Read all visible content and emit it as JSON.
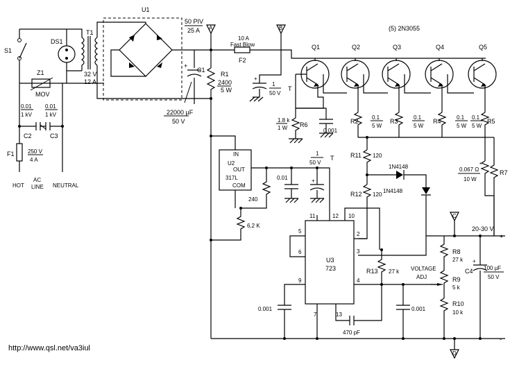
{
  "source_url": "http://www.qsl.net/va3iul",
  "switch": {
    "ref": "S1"
  },
  "lamp": {
    "ref": "DS1"
  },
  "transformer": {
    "ref": "T1",
    "voltage": "32 V",
    "current": "12 A"
  },
  "bridge": {
    "ref": "U1",
    "piv": "50 PIV",
    "current": "25 A"
  },
  "mov": {
    "ref": "Z1",
    "type": "MOV"
  },
  "fuse_main": {
    "ref": "F1",
    "voltage": "250 V",
    "current": "4 A"
  },
  "fuse_out": {
    "ref": "F2",
    "rating": "10 A",
    "type": "Fast Blow"
  },
  "caps_ac": {
    "c2_ref": "C2",
    "c3_ref": "C3",
    "value": "0.01",
    "voltage": "1 kV"
  },
  "ac_labels": {
    "hot": "HOT",
    "line": "AC\nLINE",
    "neutral": "NEUTRAL"
  },
  "c1": {
    "ref": "C1",
    "value": "22000 µF",
    "voltage": "50 V"
  },
  "r1": {
    "ref": "R1",
    "value": "2400",
    "power": "5 W"
  },
  "cap_1uf_top": {
    "value": "1",
    "voltage": "50 V",
    "type": "T"
  },
  "transistors": {
    "refs": [
      "Q1",
      "Q2",
      "Q3",
      "Q4",
      "Q5"
    ],
    "title": "(5) 2N3055"
  },
  "emitter_resistors": {
    "refs": [
      "R2",
      "R3",
      "R4",
      "R5"
    ],
    "value": "0.1",
    "power": "5 W"
  },
  "r6": {
    "ref": "R6",
    "value": "1.8 k",
    "power": "1 W"
  },
  "cap_001_q1": {
    "value": "0.001"
  },
  "r11": {
    "ref": "R11",
    "value": "120"
  },
  "r12": {
    "ref": "R12",
    "value": "120"
  },
  "diodes": {
    "ref": "1N4148"
  },
  "r7": {
    "ref": "R7",
    "value": "0.067 Ω",
    "power": "10 W",
    "mark": "*"
  },
  "u2": {
    "ref": "U2",
    "part": "317L",
    "in": "IN",
    "out": "OUT",
    "com": "COM"
  },
  "u2_caps": {
    "c_a": "0.01",
    "c_b_value": "1",
    "c_b_voltage": "50 V",
    "c_b_type": "T"
  },
  "r240": {
    "value": "240"
  },
  "r62k": {
    "value": "6,2 K"
  },
  "u3": {
    "ref": "U3",
    "part": "723",
    "pins": [
      "11",
      "12",
      "10",
      "5",
      "6",
      "2",
      "3",
      "9",
      "4",
      "7",
      "13"
    ]
  },
  "r13": {
    "ref": "R13",
    "value": "27 k"
  },
  "cap_470": {
    "value": "470 pF"
  },
  "cap_001_left": {
    "value": "0.001"
  },
  "cap_001_right": {
    "value": "0.001"
  },
  "voltage_adj": {
    "label": "VOLTAGE\nADJ"
  },
  "r8": {
    "ref": "R8",
    "value": "27 k"
  },
  "r9": {
    "ref": "R9",
    "value": "5 k"
  },
  "r10": {
    "ref": "R10",
    "value": "10 k"
  },
  "c4": {
    "ref": "C4",
    "value": "100 µF",
    "voltage": "50 V"
  },
  "output": {
    "range": "20-30 V",
    "plus": "+",
    "minus": "-"
  },
  "nodes": {
    "a": "A",
    "b": "B",
    "c": "C",
    "d": "D"
  }
}
